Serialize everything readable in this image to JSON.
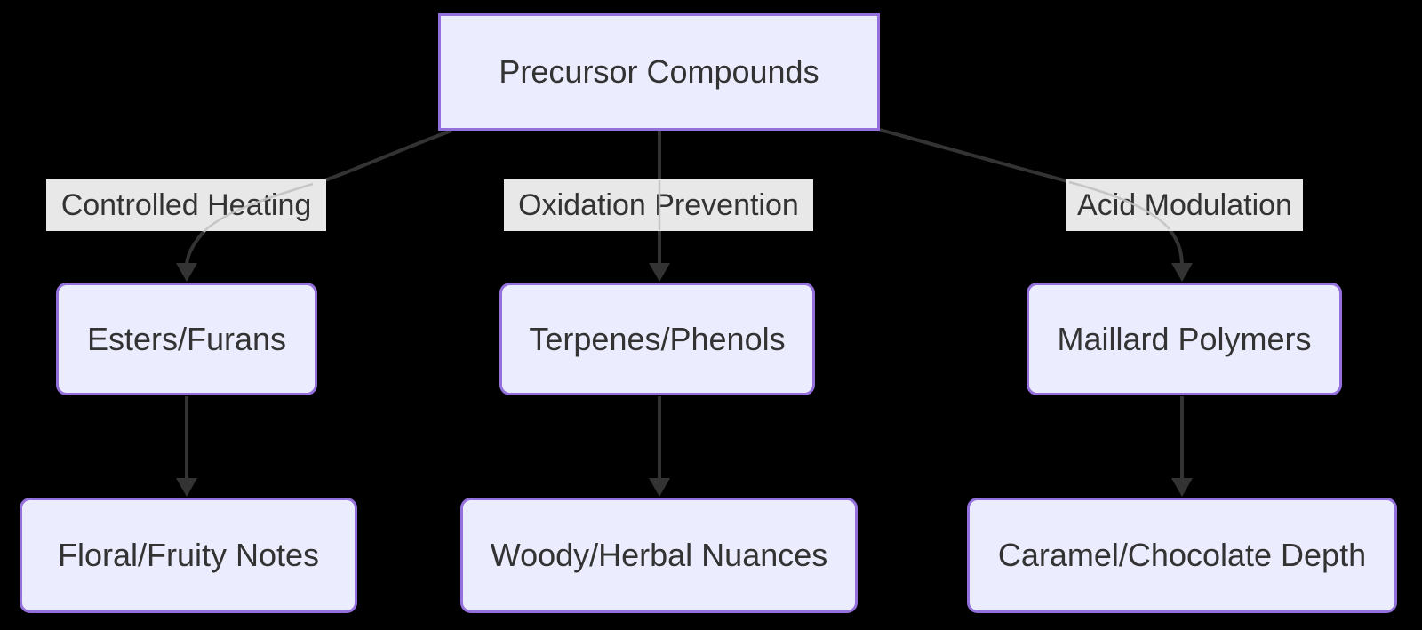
{
  "diagram": {
    "type": "flowchart",
    "root_node": {
      "label": "Precursor Compounds"
    },
    "branches": [
      {
        "edge_label": "Controlled Heating",
        "compound_node": "Esters/Furans",
        "outcome_node": "Floral/Fruity Notes"
      },
      {
        "edge_label": "Oxidation Prevention",
        "compound_node": "Terpenes/Phenols",
        "outcome_node": "Woody/Herbal Nuances"
      },
      {
        "edge_label": "Acid Modulation",
        "compound_node": "Maillard Polymers",
        "outcome_node": "Caramel/Chocolate Depth"
      }
    ],
    "colors": {
      "background": "#000000",
      "node_fill": "#ECECFF",
      "node_border": "#9370DB",
      "edge": "#333333",
      "edge_label_background": "#e8e8e8",
      "text": "#333333"
    }
  }
}
